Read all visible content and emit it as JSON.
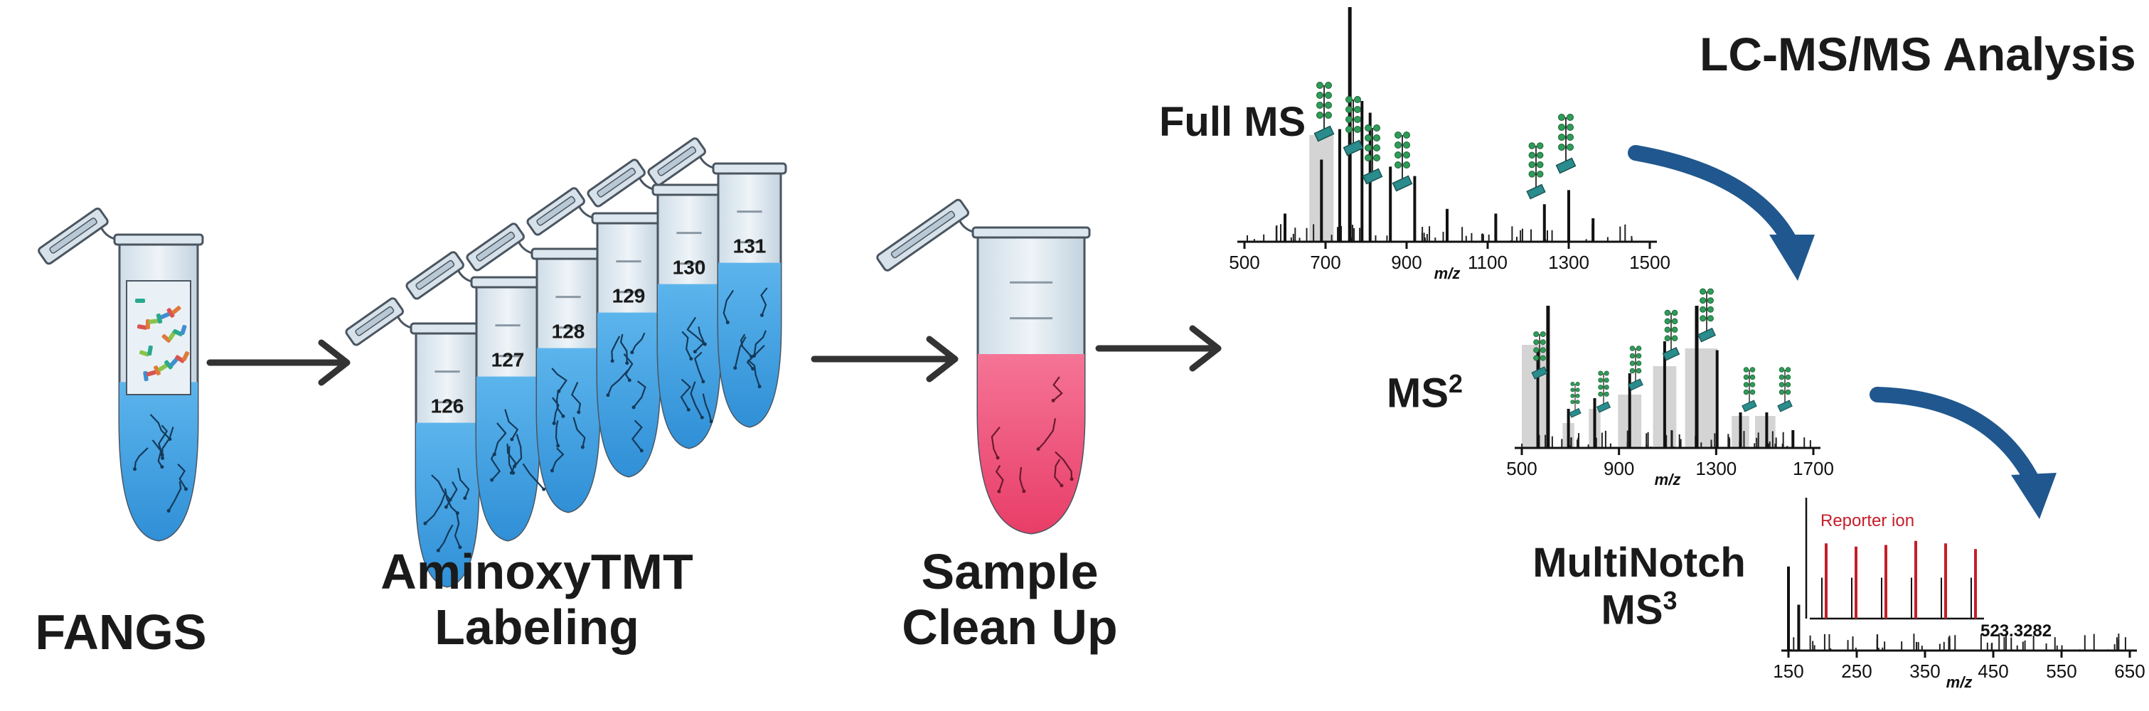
{
  "steps": {
    "fangs": "FANGS",
    "labeling_line1": "AminoxyTMT",
    "labeling_line2": "Labeling",
    "cleanup_line1": "Sample",
    "cleanup_line2": "Clean Up"
  },
  "analysis_title": "LC-MS/MS Analysis",
  "tube_labels": [
    "126",
    "127",
    "128",
    "129",
    "130",
    "131"
  ],
  "spectra": {
    "full_ms": {
      "label": "Full MS",
      "axis_unit": "m/z",
      "ticks": [
        "500",
        "700",
        "900",
        "1100",
        "1300",
        "1500"
      ]
    },
    "ms2": {
      "label_main": "MS",
      "label_sup": "2",
      "axis_unit": "m/z",
      "ticks": [
        "500",
        "900",
        "1300",
        "1700"
      ]
    },
    "ms3": {
      "label_line1": "MultiNotch",
      "label_main": "MS",
      "label_sup": "3",
      "axis_unit": "m/z",
      "reporter_label": "Reporter ion",
      "precursor_value": "523.3282",
      "ticks": [
        "150",
        "250",
        "350",
        "450",
        "550",
        "650"
      ]
    }
  },
  "colors": {
    "liquid_blue": "#3f9fe0",
    "liquid_pink": "#f0547a",
    "glycan_teal": "#2a8c8c",
    "reporter_red": "#c41e2a",
    "arrow_dark": "#333333",
    "curve_arrow": "#20578e"
  }
}
